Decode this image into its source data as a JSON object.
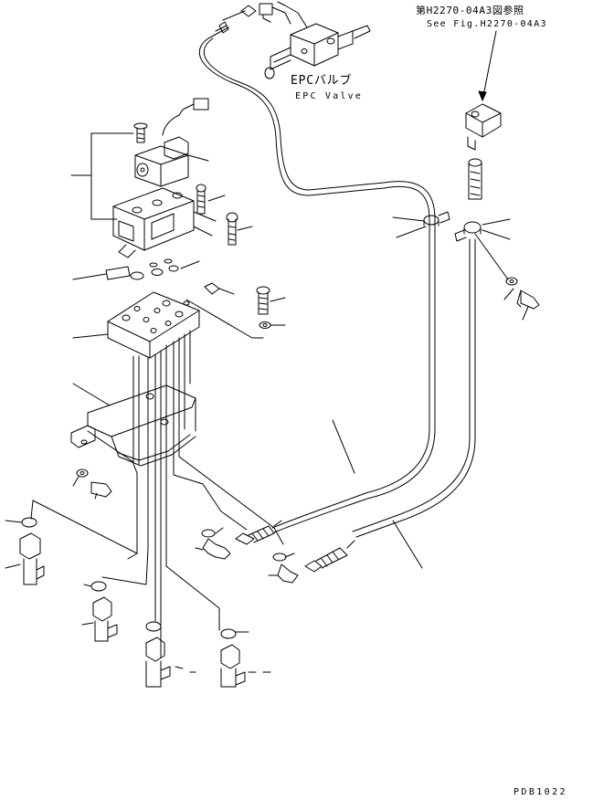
{
  "reference": {
    "japanese": "第H2270-04A3図参照",
    "english": "See Fig.H2270-04A3"
  },
  "epc_valve": {
    "japanese": "EPCバルブ",
    "english": "EPC Valve"
  },
  "drawing_number": "PDB1022",
  "colors": {
    "line": "#000000",
    "background": "#ffffff"
  }
}
